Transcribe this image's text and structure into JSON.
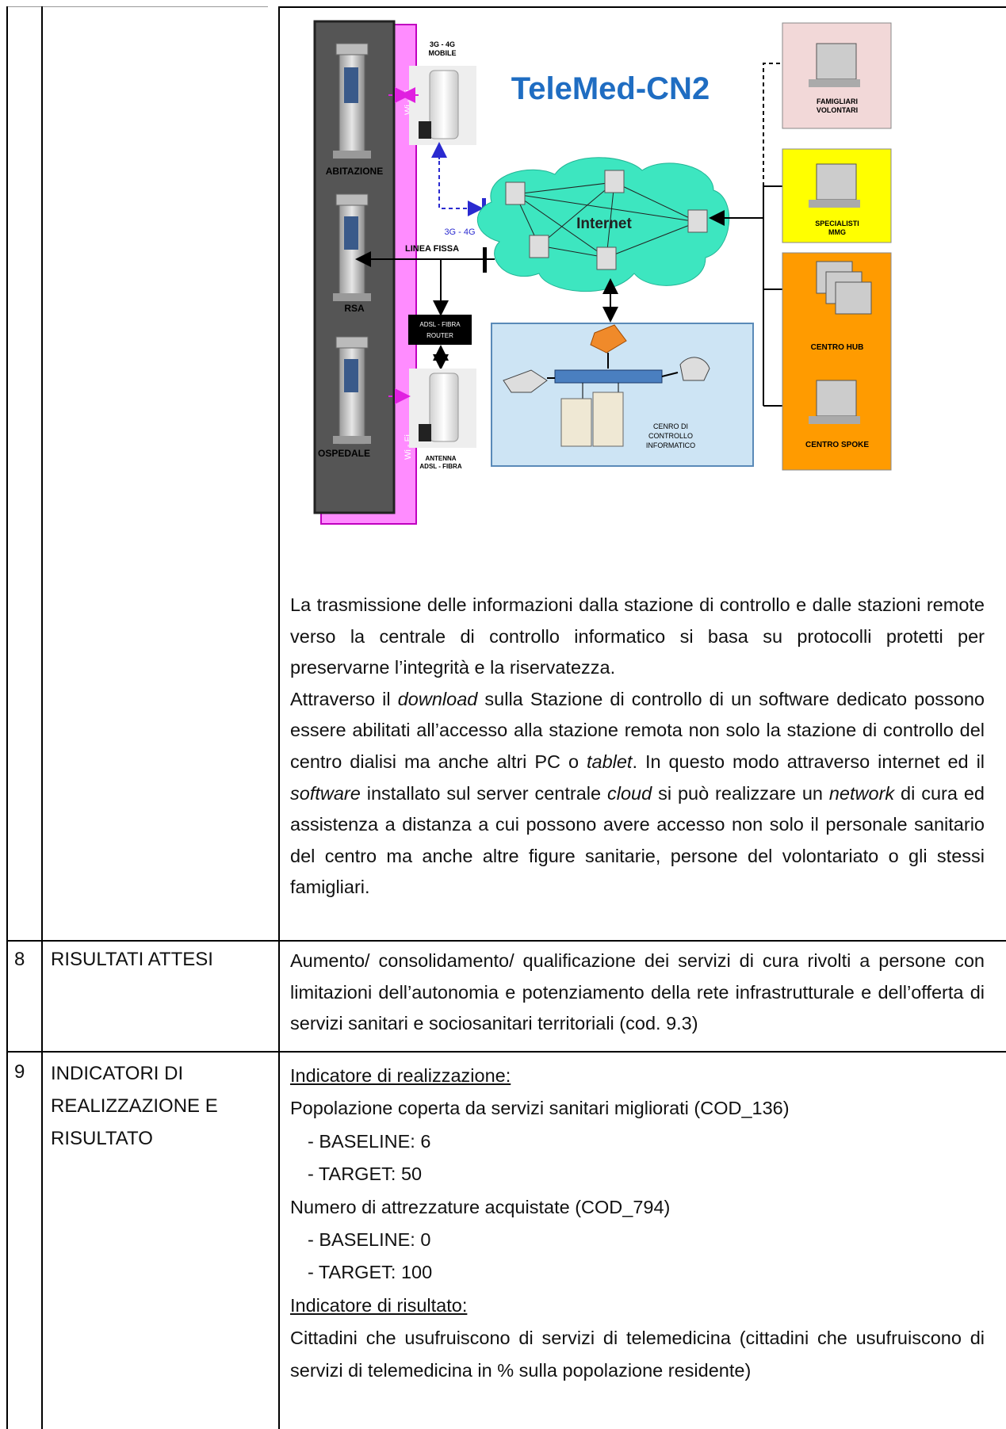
{
  "diagram": {
    "title": "TeleMed-CN2",
    "locations": [
      "ABITAZIONE",
      "RSA",
      "OSPEDALE"
    ],
    "wifi_label": "Wi - Fi",
    "mobile_label_1": "3G - 4G",
    "mobile_label_2": "MOBILE",
    "mobile_link_label": "3G - 4G",
    "fixed_line_label": "LINEA FISSA",
    "router_label_1": "ADSL - FIBRA",
    "router_label_2": "ROUTER",
    "antenna_label_1": "ANTENNA",
    "antenna_label_2": "ADSL - FIBRA",
    "internet_label": "Internet",
    "control_center_1": "CENRO DI",
    "control_center_2": "CONTROLLO",
    "control_center_3": "INFORMATICO",
    "family_1": "FAMIGLIARI",
    "family_2": "VOLONTARI",
    "specialists_1": "SPECIALISTI",
    "specialists_2": "MMG",
    "hub": "CENTRO HUB",
    "spoke": "CENTRO SPOKE"
  },
  "description": {
    "p1": "La trasmissione delle informazioni dalla stazione di controllo e dalle stazioni remote verso la centrale di controllo informatico si basa su protocolli protetti per preservarne l’integrità e la riservatezza.",
    "p2_a": "Attraverso il ",
    "p2_download": "download",
    "p2_b": " sulla Stazione di controllo di un software dedicato possono essere abilitati all’accesso alla stazione remota non solo la stazione di controllo del centro dialisi ma anche altri PC o ",
    "p2_tablet": "tablet",
    "p2_c": ". In questo modo attraverso internet ed il ",
    "p2_software": "software",
    "p2_d": " installato sul server centrale ",
    "p2_cloud": "cloud",
    "p2_e": " si può realizzare un ",
    "p2_network": "network",
    "p2_f": " di cura ed assistenza a distanza a cui possono avere accesso non solo il personale sanitario del centro ma anche altre figure sanitarie, persone del volontariato o gli stessi famigliari."
  },
  "rows": [
    {
      "number": "8",
      "label": "RISULTATI ATTESI",
      "text": "Aumento/ consolidamento/ qualificazione dei servizi di cura rivolti a persone con limitazioni dell’autonomia e potenziamento della rete infrastrutturale e dell’offerta di servizi sanitari e sociosanitari territoriali (cod. 9.3)"
    },
    {
      "number": "9",
      "label_1": "INDICATORI DI",
      "label_2": "REALIZZAZIONE E",
      "label_3": "RISULTATO",
      "realizzazione_heading": "Indicatore di realizzazione:",
      "ind1": "Popolazione coperta da servizi sanitari migliorati (COD_136)",
      "ind1_baseline": "- BASELINE: 6",
      "ind1_target": "- TARGET: 50",
      "ind2": "Numero di attrezzature acquistate (COD_794)",
      "ind2_baseline": "- BASELINE: 0",
      "ind2_target": "- TARGET: 100",
      "risultato_heading": "Indicatore di risultato:",
      "risultato_text": "Cittadini che usufruiscono di servizi di telemedicina (cittadini che usufruiscono di servizi di telemedicina in % sulla popolazione residente)"
    }
  ]
}
